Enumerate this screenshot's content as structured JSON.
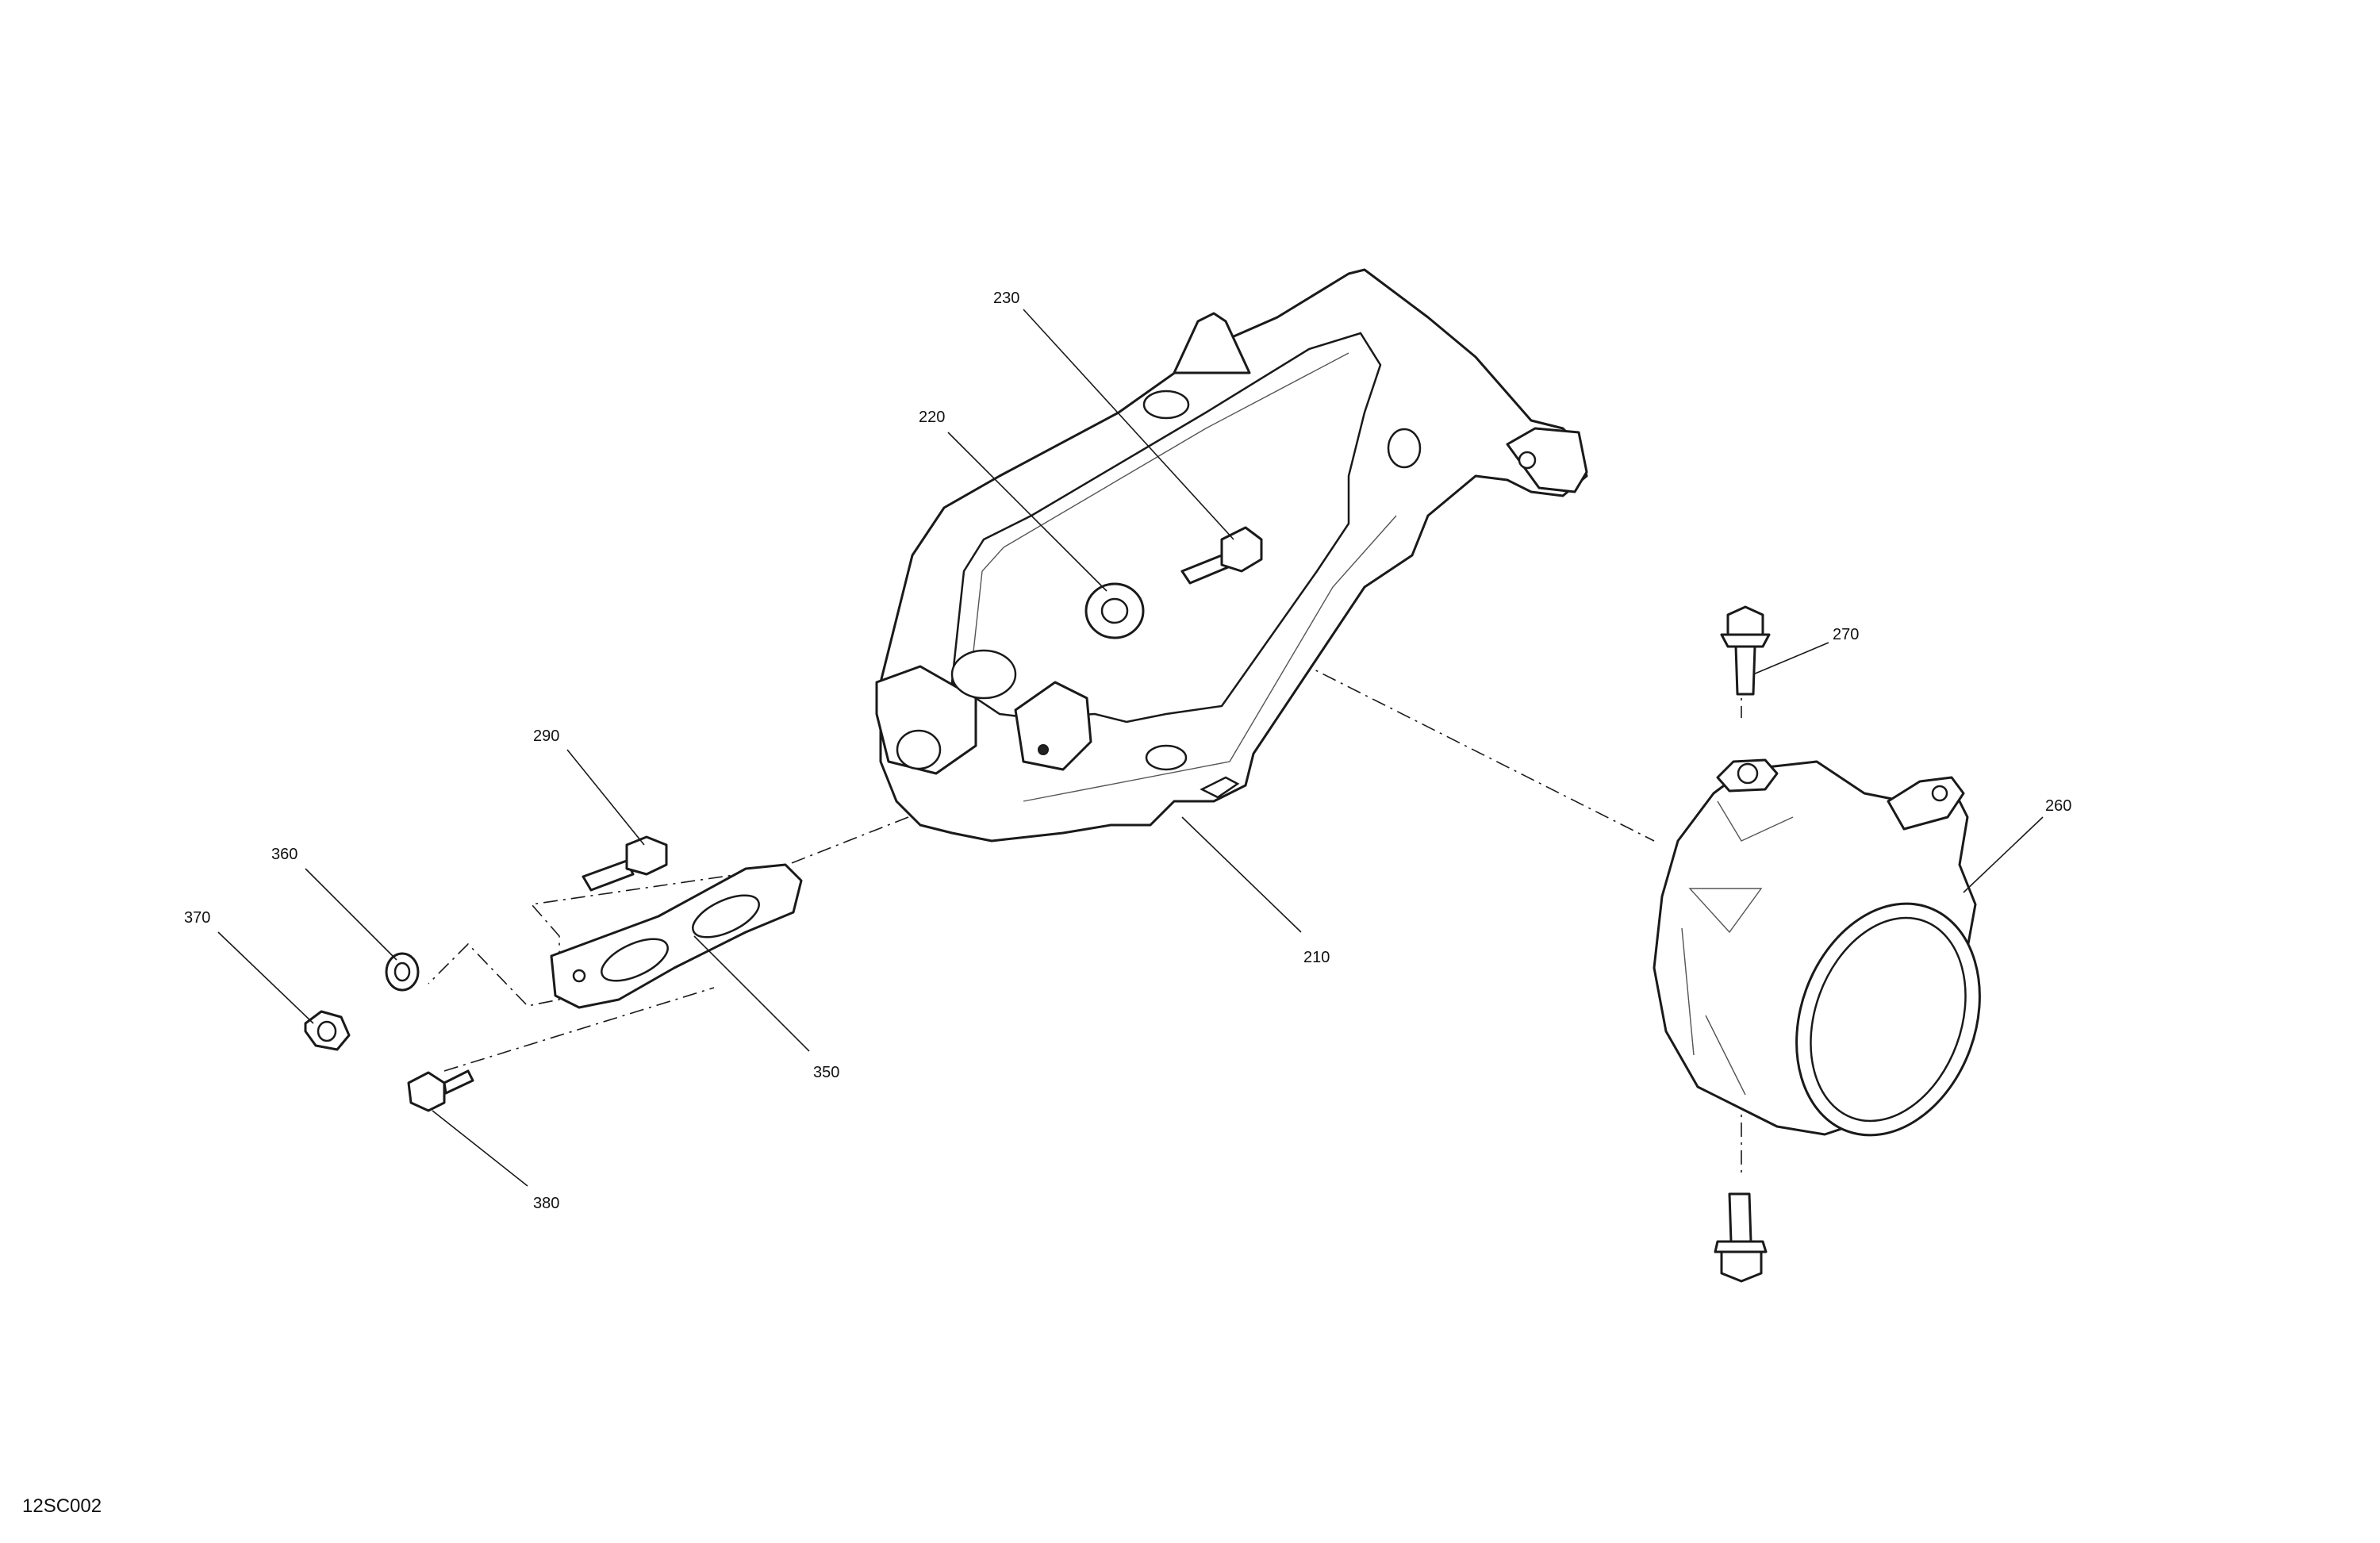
{
  "diagram": {
    "reference_code": "12SC002",
    "callouts": {
      "c210": "210",
      "c220": "220",
      "c230": "230",
      "c260": "260",
      "c270": "270",
      "c290": "290",
      "c350": "350",
      "c360": "360",
      "c370": "370",
      "c380": "380"
    }
  }
}
